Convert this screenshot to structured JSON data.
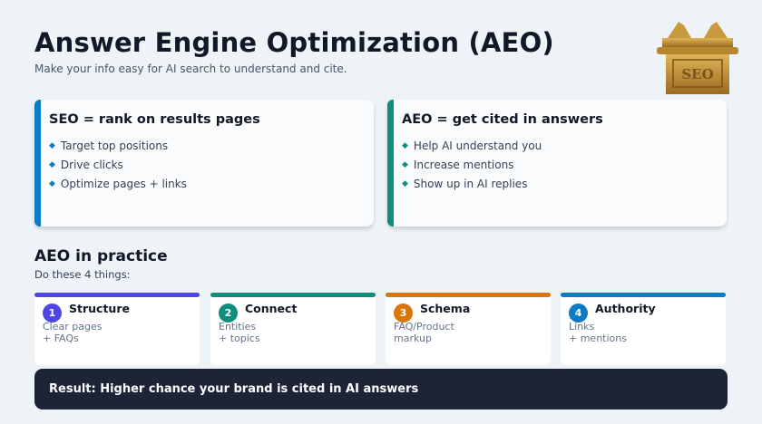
{
  "header": {
    "title": "Answer Engine Optimization (AEO)",
    "subtitle": "Make your info easy for AI search to understand and cite.",
    "logo_text": "SEO"
  },
  "comparison": [
    {
      "title": "SEO = rank on results pages",
      "accent": "#0a7bc4",
      "items": [
        "Target top positions",
        "Drive clicks",
        "Optimize pages + links"
      ]
    },
    {
      "title": "AEO = get cited in answers",
      "accent": "#0e8f7e",
      "items": [
        "Help AI understand you",
        "Increase mentions",
        "Show up in AI replies"
      ]
    }
  ],
  "practice": {
    "title": "AEO in practice",
    "subtitle": "Do these 4 things:",
    "steps": [
      {
        "num": "1",
        "name": "Structure",
        "desc": "Clear pages\n+ FAQs",
        "color": "#4f46e5"
      },
      {
        "num": "2",
        "name": "Connect",
        "desc": "Entities\n+ topics",
        "color": "#0e8f7e"
      },
      {
        "num": "3",
        "name": "Schema",
        "desc": "FAQ/Product\nmarkup",
        "color": "#d97706"
      },
      {
        "num": "4",
        "name": "Authority",
        "desc": "Links\n+ mentions",
        "color": "#0a7bc4"
      }
    ]
  },
  "result": {
    "text": "Result: Higher chance your brand is cited in AI answers"
  }
}
